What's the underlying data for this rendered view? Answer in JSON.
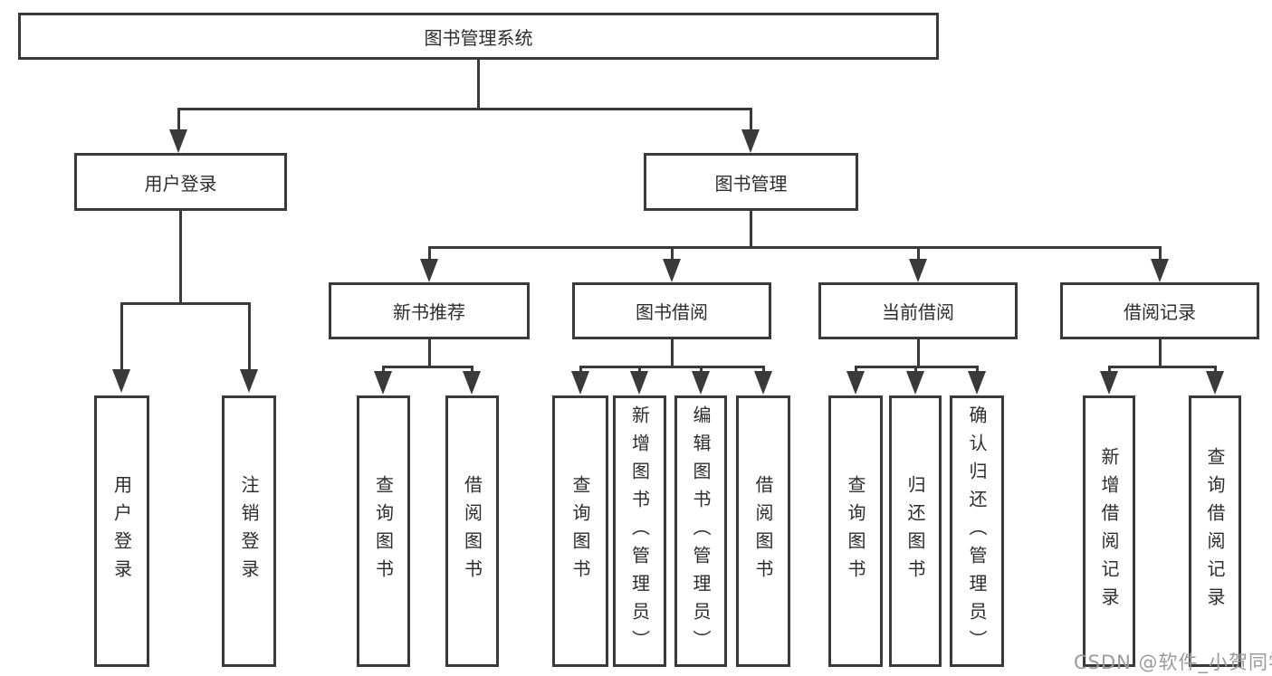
{
  "diagram_title": "图书管理系统",
  "nodes": {
    "root": "图书管理系统",
    "l2": {
      "user_login": "用户登录",
      "book_mgmt": "图书管理"
    },
    "l3": {
      "new_books": "新书推荐",
      "book_borrow": "图书借阅",
      "current_borrow": "当前借阅",
      "borrow_records": "借阅记录"
    },
    "l4": {
      "user_login": [
        "用户登录",
        "注销登录"
      ],
      "new_books": [
        "查询图书",
        "借阅图书"
      ],
      "book_borrow": [
        "查询图书",
        "新增图书（管理员）",
        "编辑图书（管理员）",
        "借阅图书"
      ],
      "current_borrow": [
        "查询图书",
        "归还图书",
        "确认归还（管理员）"
      ],
      "borrow_records": [
        "新增借阅记录",
        "查询借阅记录"
      ]
    }
  },
  "watermark": {
    "text": "CSDN @软件_小贺同学",
    "color": "#9b9b9b"
  },
  "colors": {
    "background": "#ffffff",
    "line": "#3a3a3a",
    "text": "#2d2d2d",
    "box_fill": "#ffffff"
  }
}
